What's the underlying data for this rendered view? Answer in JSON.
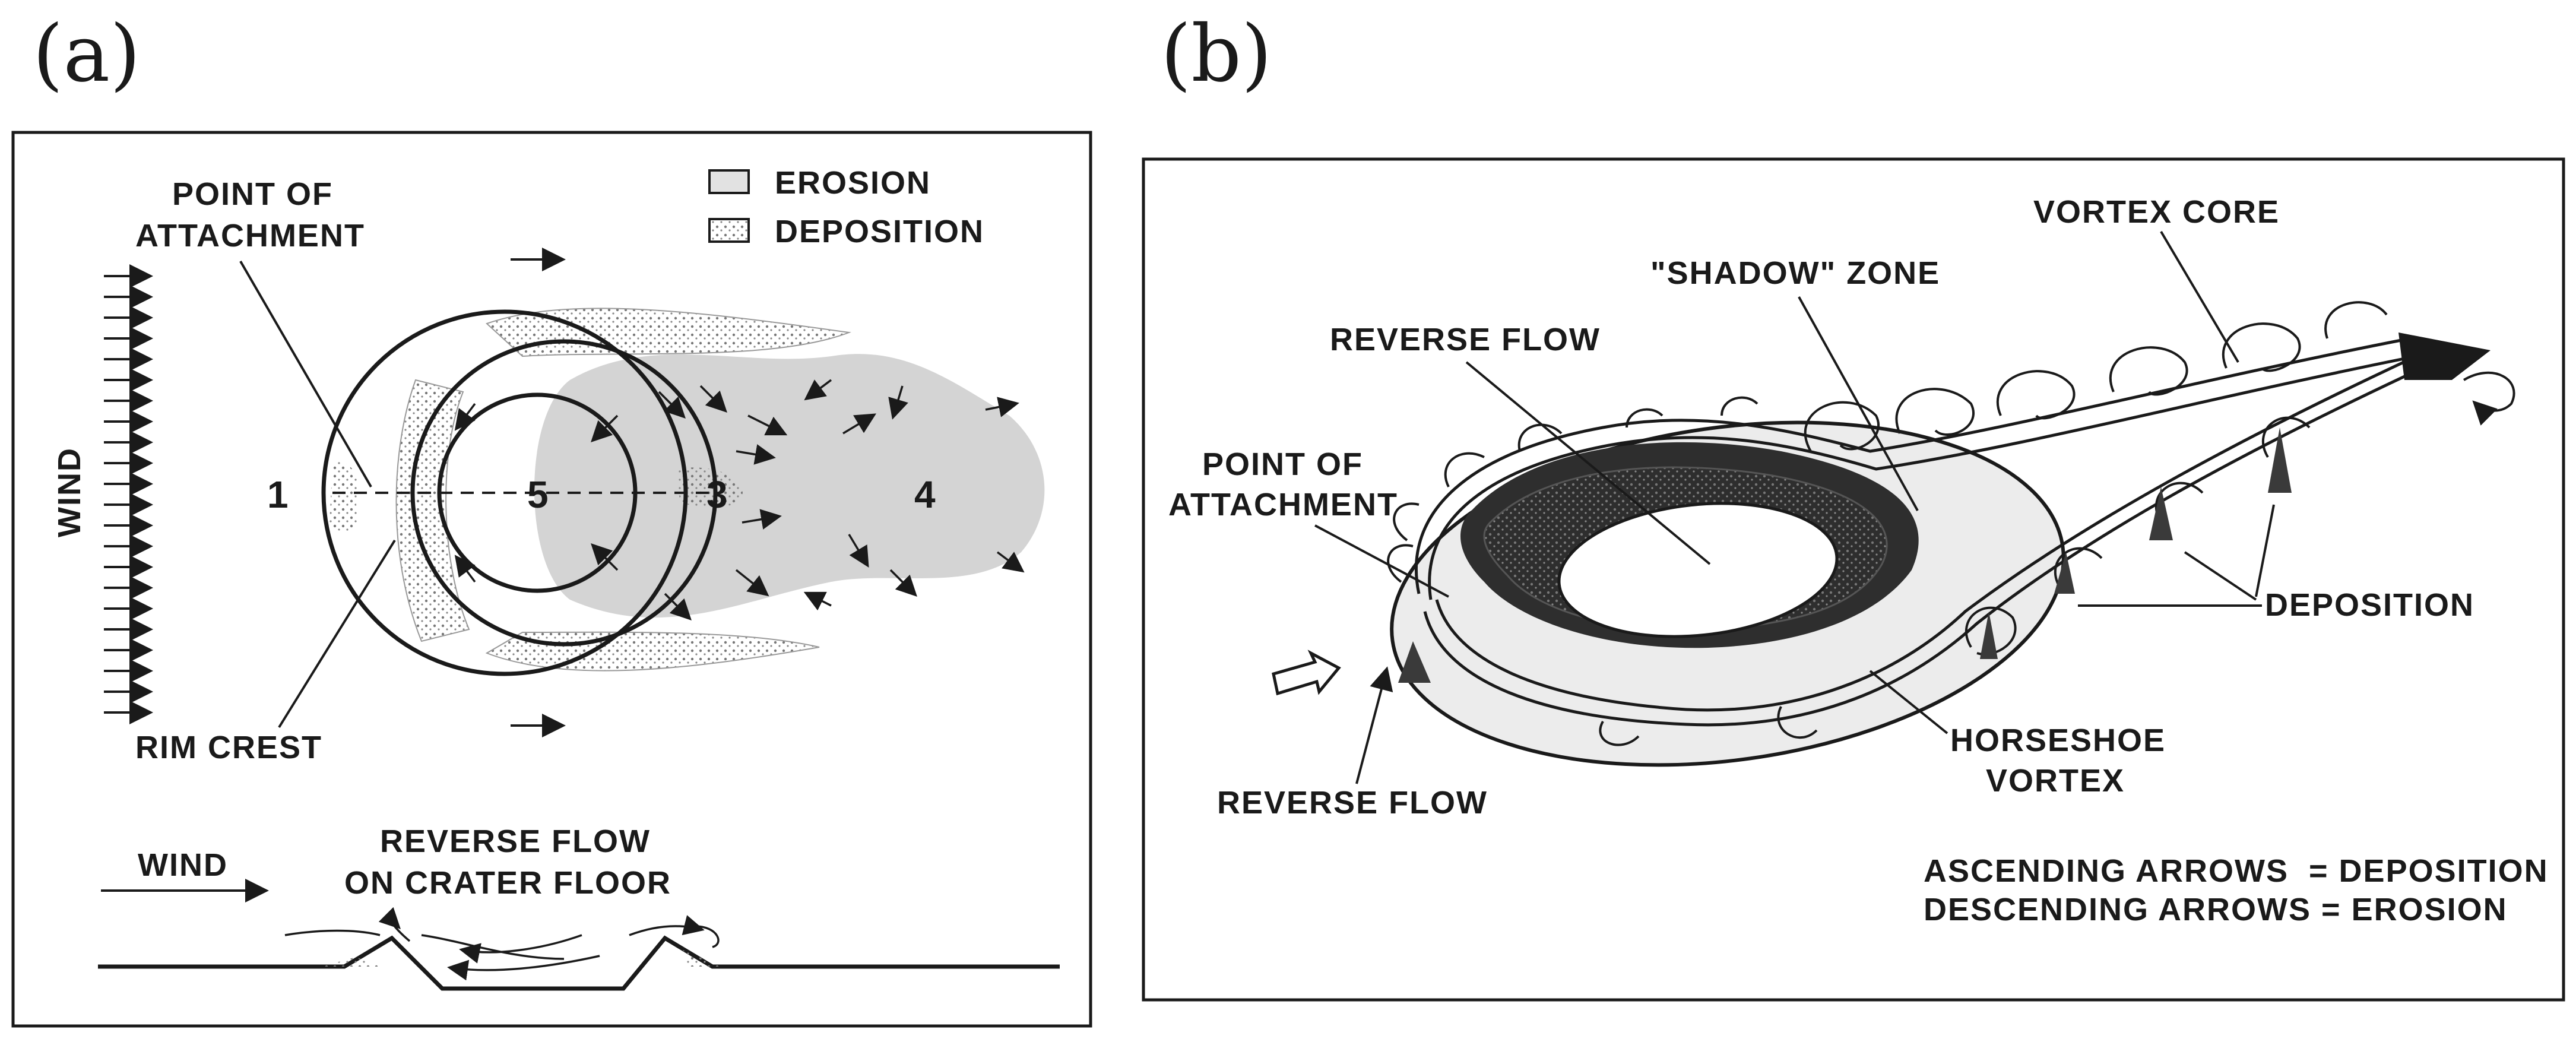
{
  "panels": {
    "a": {
      "label": "(a)",
      "legend": {
        "erosion": "EROSION",
        "deposition": "DEPOSITION"
      },
      "point_of_attachment": [
        "POINT OF",
        "ATTACHMENT"
      ],
      "wind_vertical": "WIND",
      "rim_crest": "RIM CREST",
      "zones": [
        "1",
        "5",
        "3",
        "4"
      ],
      "profile_wind": "WIND",
      "reverse_flow": [
        "REVERSE FLOW",
        "ON CRATER FLOOR"
      ]
    },
    "b": {
      "label": "(b)",
      "vortex_core": "VORTEX CORE",
      "shadow_zone": "\"SHADOW\" ZONE",
      "reverse_flow_top": "REVERSE FLOW",
      "point_of_attachment": [
        "POINT OF",
        "ATTACHMENT"
      ],
      "deposition": "DEPOSITION",
      "horseshoe_vortex": [
        "HORSESHOE",
        "VORTEX"
      ],
      "reverse_flow_bottom": "REVERSE FLOW",
      "key_line_1": "ASCENDING ARROWS  = DEPOSITION",
      "key_line_2": "DESCENDING ARROWS = EROSION"
    }
  },
  "colors": {
    "ink": "#1a1a1a",
    "erosion": "#d2d2d2",
    "deposition": "#8e8e8e",
    "dark_deposit": "#333333"
  }
}
